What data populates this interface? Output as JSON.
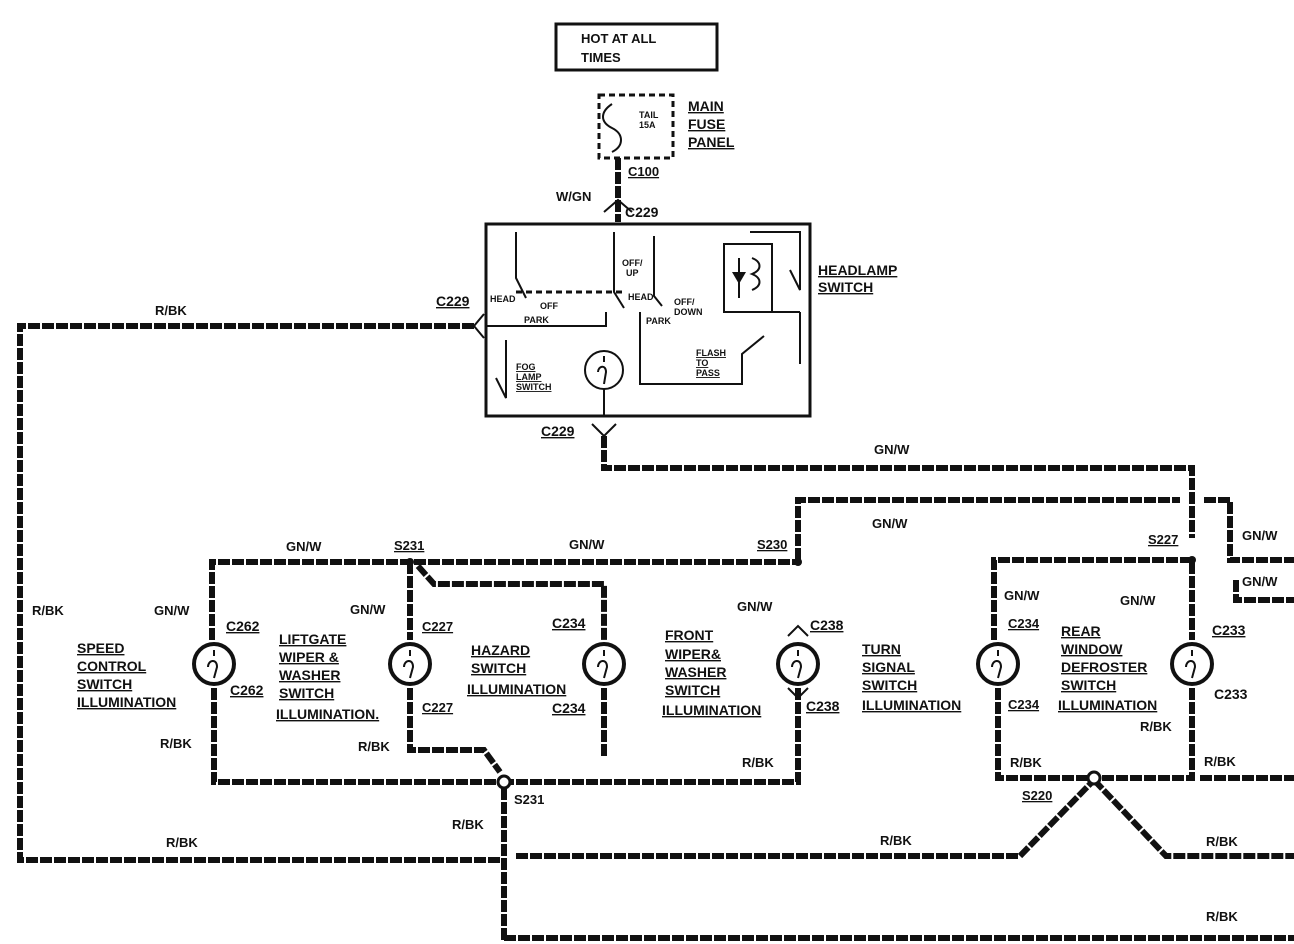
{
  "top_label": {
    "line1": "HOT AT ALL",
    "line2": "TIMES"
  },
  "fuse": {
    "name": "TAIL",
    "rating": "15A",
    "label_lines": [
      "MAIN",
      "FUSE",
      "PANEL"
    ],
    "connector": "C100"
  },
  "headlamp_switch": {
    "label_lines": [
      "HEADLAMP",
      "SWITCH"
    ],
    "connector_top": "C229",
    "connector_left": "C229",
    "connector_bottom": "C229",
    "positions": {
      "head_left": "HEAD",
      "off_left": "OFF",
      "park_left": "PARK",
      "off_up_1": "OFF/",
      "off_up_2": "UP",
      "head_right": "HEAD",
      "park_right": "PARK",
      "off_down_1": "OFF/",
      "off_down_2": "DOWN",
      "flash_1": "FLASH",
      "flash_2": "TO",
      "flash_3": "PASS",
      "fog_1": "FOG",
      "fog_2": "LAMP",
      "fog_3": "SWITCH"
    }
  },
  "wires": {
    "wgn": "W/GN",
    "rbk_top": "R/BK",
    "gnw_top": "GN/W",
    "gnw_mid": "GN/W",
    "gnw_left": "GN/W",
    "gnw_center": "GN/W",
    "gnw_right1": "GN/W",
    "gnw_right2": "GN/W",
    "gnw_speed": "GN/W",
    "gnw_liftgate": "GN/W",
    "gnw_front": "GN/W",
    "gnw_rear1": "GN/W",
    "gnw_rear2": "GN/W",
    "rbk_left": "R/BK",
    "rbk_speed": "R/BK",
    "rbk_liftgate": "R/BK",
    "rbk_front": "R/BK",
    "rbk_s231": "R/BK",
    "rbk_bottom_left": "R/BK",
    "rbk_bottom_mid": "R/BK",
    "rbk_bottom_right": "R/BK",
    "rbk_very_bottom": "R/BK",
    "rbk_rear_left": "R/BK",
    "rbk_rear_right": "R/BK",
    "rbk_c233": "R/BK"
  },
  "splices": {
    "s231_top": "S231",
    "s230": "S230",
    "s227": "S227",
    "s231_bottom": "S231",
    "s220": "S220"
  },
  "components": {
    "speed": {
      "lines": [
        "SPEED",
        "CONTROL",
        "SWITCH",
        "ILLUMINATION"
      ],
      "c_top": "C262",
      "c_bottom": "C262"
    },
    "liftgate": {
      "lines": [
        "LIFTGATE",
        "WIPER &",
        "WASHER",
        "SWITCH",
        "ILLUMINATION."
      ],
      "c_top": "C227",
      "c_bottom": "C227"
    },
    "hazard": {
      "lines": [
        "HAZARD",
        "SWITCH",
        "ILLUMINATION"
      ],
      "c_top": "C234",
      "c_bottom": "C234"
    },
    "front": {
      "lines": [
        "FRONT",
        "WIPER&",
        "WASHER",
        "SWITCH",
        "ILLUMINATION"
      ],
      "c_top": "C238",
      "c_bottom": "C238"
    },
    "turn": {
      "lines": [
        "TURN",
        "SIGNAL",
        "SWITCH",
        "ILLUMINATION"
      ],
      "c_top": "C234",
      "c_bottom": "C234"
    },
    "rear": {
      "lines": [
        "REAR",
        "WINDOW",
        "DEFROSTER",
        "SWITCH",
        "ILLUMINATION"
      ],
      "c_top": "C233",
      "c_bottom": "C233"
    }
  }
}
